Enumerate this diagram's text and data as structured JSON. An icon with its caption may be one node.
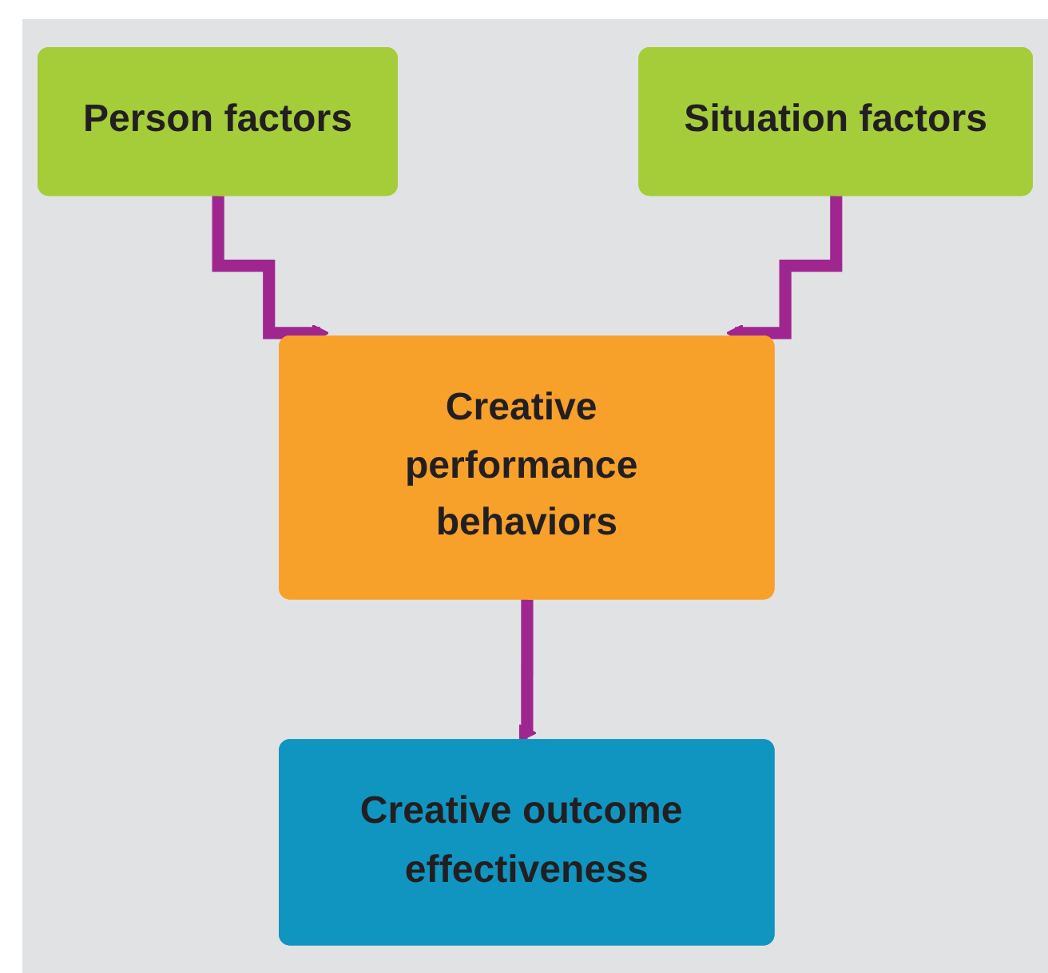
{
  "diagram": {
    "nodes": [
      {
        "text": [
          "Person factors"
        ]
      },
      {
        "text": [
          "Situation factors"
        ]
      },
      {
        "text": [
          "Creative performance behaviors"
        ]
      },
      {
        "text": [
          "Creative outcome effectiveness"
        ]
      }
    ],
    "edges": [
      {
        "from": 0,
        "to": 2,
        "arrow": "to"
      },
      {
        "from": 1,
        "to": 2,
        "arrow": "to"
      },
      {
        "from": 2,
        "to": 3,
        "arrow": "to"
      }
    ]
  }
}
